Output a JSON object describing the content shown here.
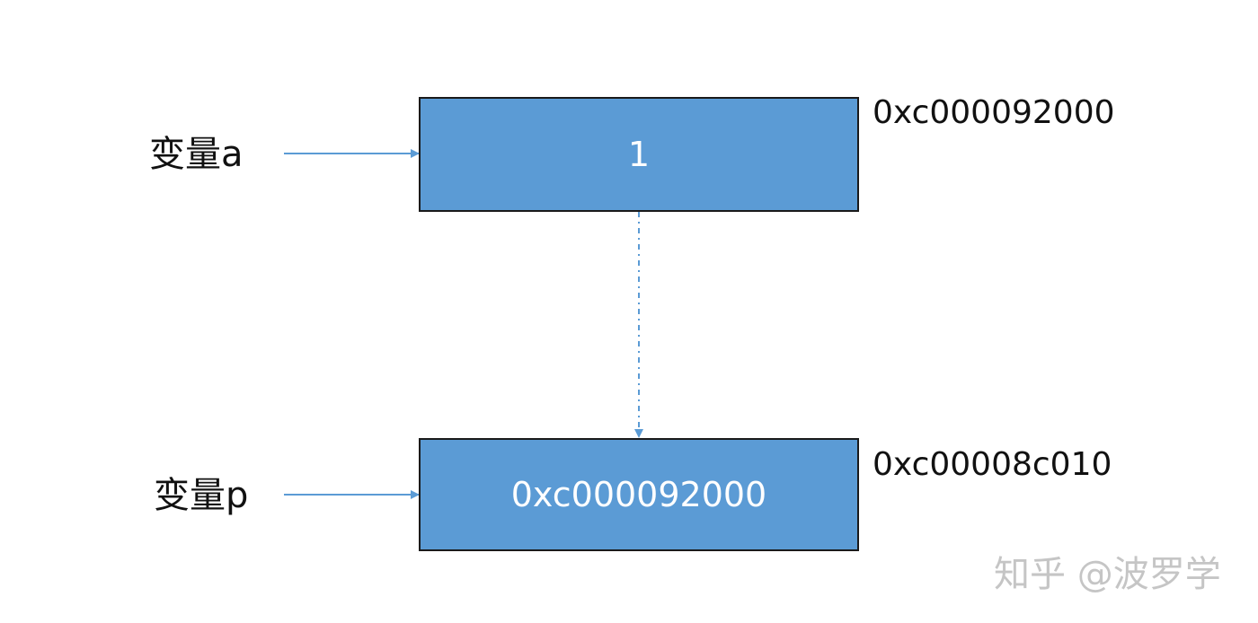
{
  "colors": {
    "box_fill": "#5b9bd5",
    "arrow": "#5b9bd5"
  },
  "variables": [
    {
      "label": "变量a",
      "value": "1",
      "address": "0xc000092000"
    },
    {
      "label": "变量p",
      "value": "0xc000092000",
      "address": "0xc00008c010"
    }
  ],
  "watermark": "知乎 @波罗学"
}
